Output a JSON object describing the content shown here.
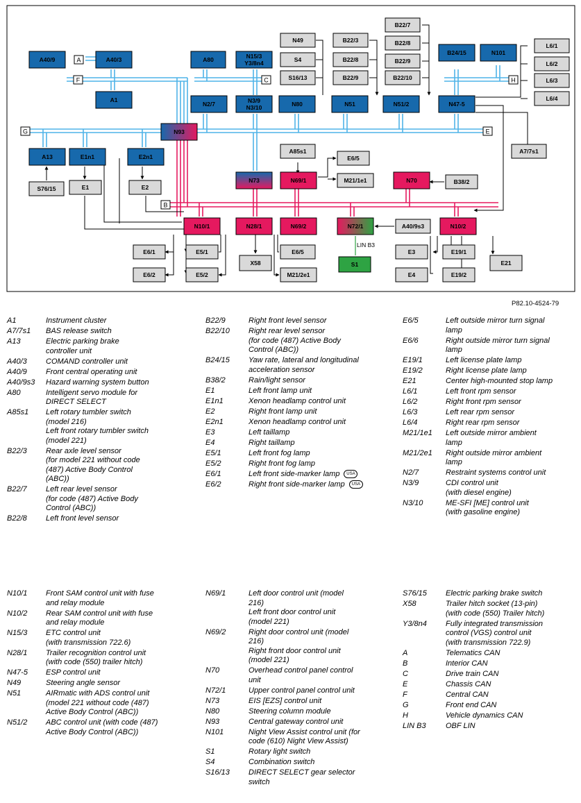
{
  "reference": "P82.10-4524-79",
  "colors": {
    "blue": "#1769ac",
    "red": "#e5195f",
    "gray": "#d9d9d9",
    "green": "#2ea343",
    "line": "#4fb3e8",
    "redline": "#e5195f"
  },
  "labels": {
    "A409": "A40/9",
    "A403": "A40/3",
    "A1": "A1",
    "A80": "A80",
    "N153": "N15/3",
    "N153b": "Y3/8n4",
    "N27": "N2/7",
    "N39": "N3/9",
    "N39b": "N3/10",
    "N80": "N80",
    "N51": "N51",
    "N512": "N51/2",
    "N475": "N47-5",
    "N49": "N49",
    "S4": "S4",
    "S1613": "S16/13",
    "B223": "B22/3",
    "B228": "B22/8",
    "B229": "B22/9",
    "B227": "B22/7",
    "B2282": "B22/8",
    "B2292": "B22/9",
    "B2210": "B22/10",
    "B2415": "B24/15",
    "N101": "N101",
    "L61": "L6/1",
    "L62": "L6/2",
    "L63": "L6/3",
    "L64": "L6/4",
    "N93": "N93",
    "A13": "A13",
    "E1n1": "E1n1",
    "E2n1": "E2n1",
    "S7615": "S76/15",
    "E1": "E1",
    "E2": "E2",
    "A85s1": "A85s1",
    "E65": "E6/5",
    "M211e1": "M21/1e1",
    "N73": "N73",
    "N691": "N69/1",
    "N70": "N70",
    "B382": "B38/2",
    "A77s1": "A7/7s1",
    "N101b": "N10/1",
    "N281": "N28/1",
    "N692": "N69/2",
    "N721": "N72/1",
    "A409s3": "A40/9s3",
    "N102": "N10/2",
    "E61": "E6/1",
    "E62": "E6/2",
    "E51": "E5/1",
    "E52": "E5/2",
    "X58": "X58",
    "E655": "E6/5",
    "M212e1": "M21/2e1",
    "S1": "S1",
    "LINB3": "LIN B3",
    "E3": "E3",
    "E4": "E4",
    "E191": "E19/1",
    "E192": "E19/2",
    "E21": "E21",
    "busA": "A",
    "busF": "F",
    "busC": "C",
    "busH": "H",
    "busG": "G",
    "busE": "E",
    "busB": "B"
  },
  "legend": {
    "col1": [
      {
        "code": "A1",
        "desc": [
          "Instrument cluster"
        ]
      },
      {
        "code": "A7/7s1",
        "desc": [
          "BAS release switch"
        ]
      },
      {
        "code": "A13",
        "desc": [
          "Electric parking brake",
          "controller unit"
        ]
      },
      {
        "code": "A40/3",
        "desc": [
          "COMAND controller unit"
        ]
      },
      {
        "code": "A40/9",
        "desc": [
          "Front central operating unit"
        ]
      },
      {
        "code": "A40/9s3",
        "desc": [
          "Hazard warning system button"
        ]
      },
      {
        "code": "A80",
        "desc": [
          "Intelligent servo module for",
          "DIRECT SELECT"
        ]
      },
      {
        "code": "A85s1",
        "desc": [
          "Left rotary tumbler switch",
          "(model 216)",
          "Left front rotary tumbler switch",
          "(model 221)"
        ]
      },
      {
        "code": "B22/3",
        "desc": [
          "Rear axle level sensor",
          "(for model 221 without code",
          "(487) Active Body Control",
          "(ABC))"
        ]
      },
      {
        "code": "B22/7",
        "desc": [
          "Left rear level sensor",
          "(for code (487) Active Body",
          "Control (ABC))"
        ]
      },
      {
        "code": "B22/8",
        "desc": [
          "Left front level sensor"
        ]
      }
    ],
    "col2": [
      {
        "code": "B22/9",
        "desc": [
          "Right front level sensor"
        ]
      },
      {
        "code": "B22/10",
        "desc": [
          "Right rear level sensor",
          "(for code (487) Active Body",
          "Control (ABC))"
        ]
      },
      {
        "code": "B24/15",
        "desc": [
          "Yaw rate, lateral and longitudinal",
          "acceleration sensor"
        ]
      },
      {
        "code": "B38/2",
        "desc": [
          "Rain/light sensor"
        ]
      },
      {
        "code": "E1",
        "desc": [
          "Left front lamp unit"
        ]
      },
      {
        "code": "E1n1",
        "desc": [
          "Xenon headlamp control unit"
        ]
      },
      {
        "code": "E2",
        "desc": [
          "Right front lamp unit"
        ]
      },
      {
        "code": "E2n1",
        "desc": [
          "Xenon headlamp control unit"
        ]
      },
      {
        "code": "E3",
        "desc": [
          "Left taillamp"
        ]
      },
      {
        "code": "E4",
        "desc": [
          "Right taillamp"
        ]
      },
      {
        "code": "E5/1",
        "desc": [
          "Left front fog lamp"
        ]
      },
      {
        "code": "E5/2",
        "desc": [
          "Right front fog lamp"
        ]
      },
      {
        "code": "E6/1",
        "desc": [
          "Left front side-marker lamp"
        ],
        "usa": "USA"
      },
      {
        "code": "E6/2",
        "desc": [
          "Right front side-marker lamp"
        ],
        "usa": "USA"
      }
    ],
    "col3": [
      {
        "code": "E6/5",
        "desc": [
          "Left outside mirror turn signal",
          "lamp"
        ]
      },
      {
        "code": "E6/6",
        "desc": [
          "Right outside mirror turn signal",
          "lamp"
        ]
      },
      {
        "code": "E19/1",
        "desc": [
          "Left license plate lamp"
        ]
      },
      {
        "code": "E19/2",
        "desc": [
          "Right license plate lamp"
        ]
      },
      {
        "code": "E21",
        "desc": [
          "Center high-mounted stop lamp"
        ]
      },
      {
        "code": "L6/1",
        "desc": [
          "Left front rpm sensor"
        ]
      },
      {
        "code": "L6/2",
        "desc": [
          "Right front rpm sensor"
        ]
      },
      {
        "code": "L6/3",
        "desc": [
          "Left rear rpm sensor"
        ]
      },
      {
        "code": "L6/4",
        "desc": [
          "Right rear rpm sensor"
        ]
      },
      {
        "code": "M21/1e1",
        "desc": [
          "Left outside mirror ambient",
          "lamp"
        ]
      },
      {
        "code": "M21/2e1",
        "desc": [
          "Right outside mirror ambient",
          "lamp"
        ]
      },
      {
        "code": "N2/7",
        "desc": [
          "Restraint systems control unit"
        ]
      },
      {
        "code": "N3/9",
        "desc": [
          "CDI control unit",
          "(with diesel engine)"
        ]
      },
      {
        "code": "N3/10",
        "desc": [
          "ME-SFI [ME] control unit",
          "(with gasoline engine)"
        ]
      }
    ],
    "col4": [
      {
        "code": "N10/1",
        "desc": [
          "Front SAM control unit with fuse",
          "and relay module"
        ]
      },
      {
        "code": "N10/2",
        "desc": [
          "Rear SAM control unit with fuse",
          "and relay module"
        ]
      },
      {
        "code": "N15/3",
        "desc": [
          "ETC control unit",
          "(with transmission 722.6)"
        ]
      },
      {
        "code": "N28/1",
        "desc": [
          "Trailer recognition control unit",
          "(with code (550) trailer hitch)"
        ]
      },
      {
        "code": "N47-5",
        "desc": [
          "ESP control unit"
        ]
      },
      {
        "code": "N49",
        "desc": [
          "Steering angle sensor"
        ]
      },
      {
        "code": "N51",
        "desc": [
          "AIRmatic with ADS control unit",
          "(model 221 without code (487)",
          "Active Body Control (ABC))"
        ]
      },
      {
        "code": "N51/2",
        "desc": [
          "ABC control unit (with code (487)",
          "Active Body Control (ABC))"
        ]
      }
    ],
    "col5": [
      {
        "code": "N69/1",
        "desc": [
          "Left door control unit (model",
          "216)",
          "Left front door control unit",
          "(model 221)"
        ]
      },
      {
        "code": "N69/2",
        "desc": [
          "Right door control unit (model",
          "216)",
          "Right front door control unit",
          "(model 221)"
        ]
      },
      {
        "code": "N70",
        "desc": [
          "Overhead control panel control",
          "unit"
        ]
      },
      {
        "code": "N72/1",
        "desc": [
          "Upper control panel control unit"
        ]
      },
      {
        "code": "N73",
        "desc": [
          "EIS [EZS] control unit"
        ]
      },
      {
        "code": "N80",
        "desc": [
          "Steering column module"
        ]
      },
      {
        "code": "N93",
        "desc": [
          "Central gateway control unit"
        ]
      },
      {
        "code": "N101",
        "desc": [
          "Night View Assist control unit (for",
          "code (610) Night View Assist)"
        ]
      },
      {
        "code": "S1",
        "desc": [
          "Rotary light switch"
        ]
      },
      {
        "code": "S4",
        "desc": [
          "Combination switch"
        ]
      },
      {
        "code": "S16/13",
        "desc": [
          "DIRECT SELECT gear selector",
          "switch"
        ]
      }
    ],
    "col6": [
      {
        "code": "S76/15",
        "desc": [
          "Electric parking brake switch"
        ]
      },
      {
        "code": "X58",
        "desc": [
          "Trailer hitch socket (13-pin)",
          "(with code (550) Trailer hitch)"
        ]
      },
      {
        "code": "Y3/8n4",
        "desc": [
          "Fully integrated transmission",
          "control (VGS) control unit",
          "(with transmission 722.9)"
        ]
      },
      {
        "code": "A",
        "desc": [
          "Telematics CAN"
        ]
      },
      {
        "code": "B",
        "desc": [
          "Interior CAN"
        ]
      },
      {
        "code": "C",
        "desc": [
          "Drive train CAN"
        ]
      },
      {
        "code": "E",
        "desc": [
          "Chassis CAN"
        ]
      },
      {
        "code": "F",
        "desc": [
          "Central CAN"
        ]
      },
      {
        "code": "G",
        "desc": [
          "Front end CAN"
        ]
      },
      {
        "code": "H",
        "desc": [
          "Vehicle dynamics CAN"
        ]
      },
      {
        "code": "LIN B3",
        "desc": [
          "OBF LIN"
        ]
      }
    ]
  }
}
